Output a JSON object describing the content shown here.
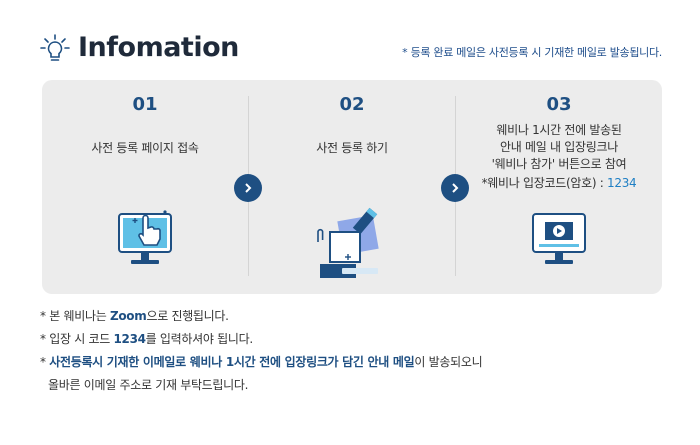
{
  "header": {
    "title": "Infomation",
    "note": "* 등록 완료 메일은 사전등록 시 기재한 메일로 발송됩니다."
  },
  "steps": [
    {
      "num": "01",
      "text": "사전 등록 페이지 접속"
    },
    {
      "num": "02",
      "text": "사전 등록 하기"
    },
    {
      "num": "03",
      "line1": "웨비나 1시간 전에 발송된",
      "line2": "안내 메일 내 입장링크나",
      "line3": "'웨비나 참가' 버튼으로 참여",
      "code_label": "*웨비나 입장코드(암호) : ",
      "code_value": "1234"
    }
  ],
  "notes": {
    "n1_pre": "* 본 웨비나는 ",
    "n1_bold": "Zoom",
    "n1_post": "으로 진행됩니다.",
    "n2_pre": "* 입장 시 코드 ",
    "n2_bold": "1234",
    "n2_post": "를 입력하셔야 됩니다.",
    "n3_pre": "* ",
    "n3_bold": "사전등록시 기재한 이메일로 웨비나 1시간 전에 입장링크가 담긴 안내 메일",
    "n3_post": "이 발송되오니",
    "n4": "올바른 이메일 주소로 기재 부탁드립니다."
  },
  "colors": {
    "accent": "#1e4f82",
    "panel": "#ececec",
    "code": "#1f7fc4"
  }
}
